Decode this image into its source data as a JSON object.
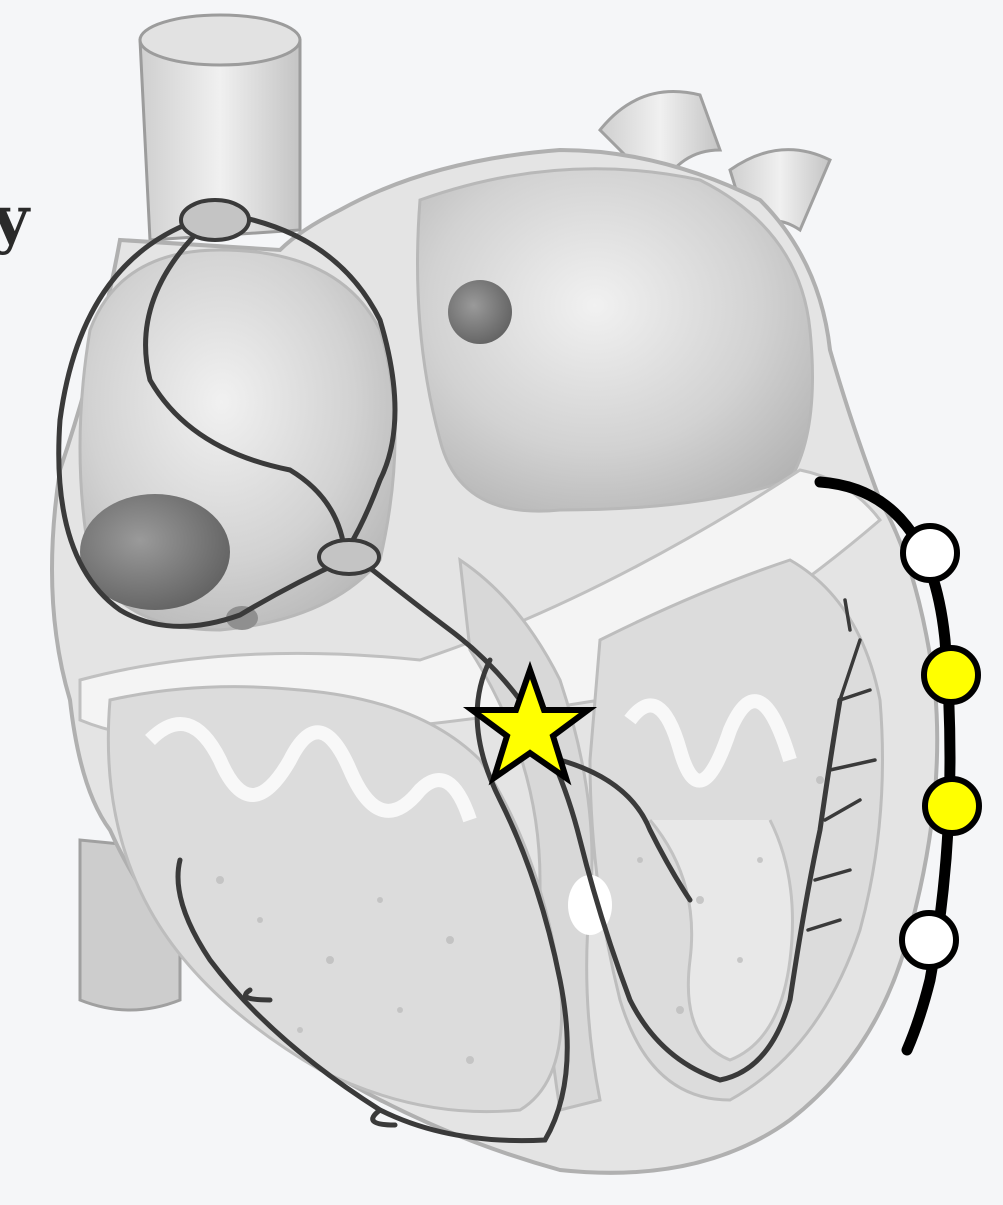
{
  "diagram": {
    "edge_text_fragment": "y",
    "colors": {
      "background": "#f5f6f8",
      "tissue_light": "#e6e6e6",
      "tissue_mid": "#c9c9c9",
      "tissue_dark": "#a9a9a9",
      "conduction_line": "#3a3a3a",
      "marker_star_fill": "#ffff00",
      "marker_dot_yellow": "#ffff00",
      "marker_dot_white": "#ffffff",
      "outline": "#000000"
    },
    "components": [
      "heart-cross-section",
      "sa-node",
      "av-node",
      "conduction-pathways",
      "star-marker",
      "electrode-curve-with-four-dots"
    ],
    "electrode_dots": [
      {
        "color": "white"
      },
      {
        "color": "yellow"
      },
      {
        "color": "yellow"
      },
      {
        "color": "white"
      }
    ]
  }
}
